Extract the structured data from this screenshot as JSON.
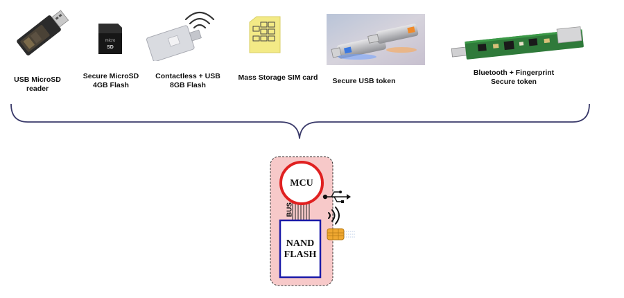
{
  "products": [
    {
      "id": "usb-microsd-reader",
      "label_lines": [
        "USB MicroSD",
        "reader"
      ]
    },
    {
      "id": "secure-microsd",
      "label_lines": [
        "Secure MicroSD",
        "4GB Flash"
      ]
    },
    {
      "id": "contactless-usb",
      "label_lines": [
        "Contactless + USB",
        "8GB Flash"
      ]
    },
    {
      "id": "mass-storage-sim",
      "label_lines": [
        "Mass Storage SIM card"
      ]
    },
    {
      "id": "secure-usb-token",
      "label_lines": [
        "Secure USB token"
      ]
    },
    {
      "id": "bluetooth-fingerprint",
      "label_lines": [
        "Bluetooth + Fingerprint",
        "Secure token"
      ]
    }
  ],
  "chip": {
    "mcu": "MCU",
    "bus": "BUS",
    "nand_line1": "NAND",
    "nand_line2": "FLASH"
  },
  "colors": {
    "module_fill": "#f7c9c9",
    "mcu_ring": "#e02020",
    "nand_border": "#1a1aa8",
    "brace": "#3a3a6a"
  },
  "icons": [
    "usb-icon",
    "wireless-icon",
    "smartcard-chip-icon"
  ]
}
